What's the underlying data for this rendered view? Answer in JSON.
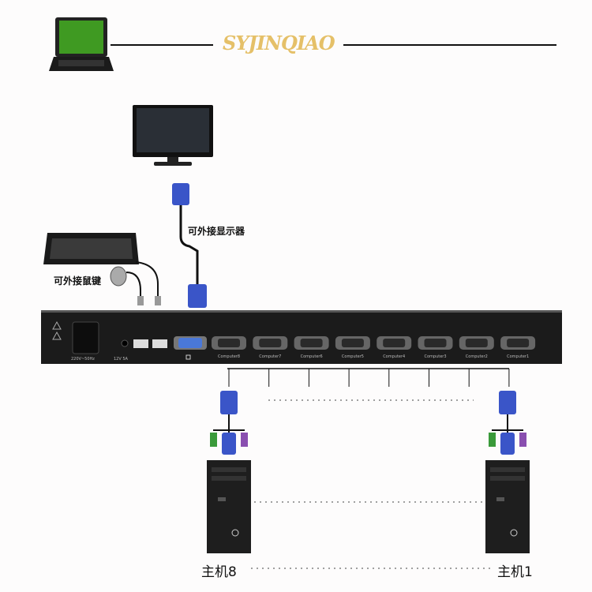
{
  "brand": "SYJINQIAO",
  "labels": {
    "monitor": "可外接显示器",
    "keyboard_mouse": "可外接鼠键",
    "host_left": "主机8",
    "host_right": "主机1"
  },
  "kvm_panel": {
    "power_label": "220V~50Hz",
    "dc_label": "12V 5A",
    "ports": [
      "Computer8",
      "Computer7",
      "Computer6",
      "Computer5",
      "Computer4",
      "Computer3",
      "Computer2",
      "Computer1"
    ]
  },
  "colors": {
    "brand": "#e5c068",
    "vga_blue": "#3a55c8",
    "panel": "#1b1b1b"
  }
}
